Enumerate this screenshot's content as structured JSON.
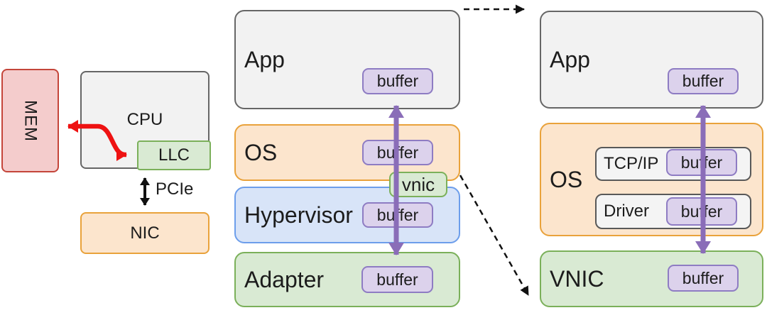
{
  "colors": {
    "text": "#1c1c1c",
    "gray_fill": "#f2f2f2",
    "gray_border": "#666666",
    "orange_fill": "#fce5cd",
    "orange_border": "#e9a23b",
    "green_fill": "#d9ead3",
    "green_border": "#7bb05a",
    "blue_fill": "#d8e4f8",
    "blue_border": "#6d9eeb",
    "red_fill": "#f4cccc",
    "red_border": "#c4453a",
    "purple_fill": "#dcd2ec",
    "purple_border": "#8e7cc3",
    "purple_arrow": "#8a6db8",
    "red_arrow": "#ee1212",
    "line_black": "#111111"
  },
  "hw": {
    "mem": "MEM",
    "cpu": "CPU",
    "llc": "LLC",
    "pcie": "PCIe",
    "nic": "NIC"
  },
  "virt_stack": {
    "app": "App",
    "app_buffer": "buffer",
    "os": "OS",
    "os_buffer": "buffer",
    "vnic": "vnic",
    "hypervisor": "Hypervisor",
    "hypervisor_buffer": "buffer",
    "adapter": "Adapter",
    "adapter_buffer": "buffer"
  },
  "guest_stack": {
    "app": "App",
    "app_buffer": "buffer",
    "os": "OS",
    "tcpip": "TCP/IP",
    "tcpip_buffer": "buffer",
    "driver": "Driver",
    "driver_buffer": "buffer",
    "vnic": "VNIC",
    "vnic_buffer": "buffer"
  }
}
